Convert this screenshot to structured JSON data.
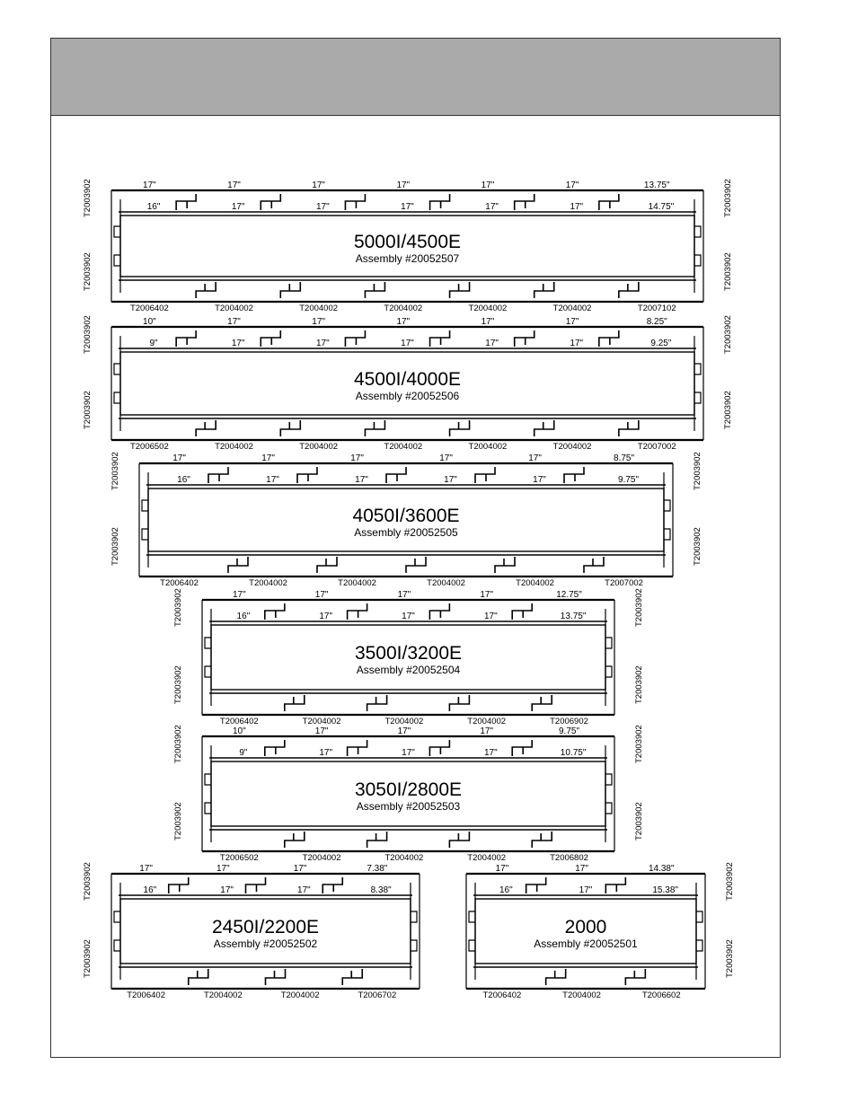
{
  "assemblies": [
    {
      "model": "5000I/4500E",
      "assembly": "Assembly #20052507",
      "top_outer": [
        "17\"",
        "17\"",
        "17\"",
        "17\"",
        "17\"",
        "17\"",
        "13.75\""
      ],
      "top_inner": [
        "16\"",
        "17\"",
        "17\"",
        "17\"",
        "17\"",
        "17\"",
        "14.75\""
      ],
      "bottom": [
        "T2006402",
        "T2004002",
        "T2004002",
        "T2004002",
        "T2004002",
        "T2004002",
        "T2007102"
      ],
      "side_left_top": "T2003902",
      "side_left_bottom": "T2003902",
      "side_right_top": "T2003902",
      "side_right_bottom": "T2003902"
    },
    {
      "model": "4500I/4000E",
      "assembly": "Assembly #20052506",
      "top_outer": [
        "10\"",
        "17\"",
        "17\"",
        "17\"",
        "17\"",
        "17\"",
        "8.25\""
      ],
      "top_inner": [
        "9\"",
        "17\"",
        "17\"",
        "17\"",
        "17\"",
        "17\"",
        "9.25\""
      ],
      "bottom": [
        "T2006502",
        "T2004002",
        "T2004002",
        "T2004002",
        "T2004002",
        "T2004002",
        "T2007002"
      ],
      "side_left_top": "T2003902",
      "side_left_bottom": "T2003902",
      "side_right_top": "T2003902",
      "side_right_bottom": "T2003902"
    },
    {
      "model": "4050I/3600E",
      "assembly": "Assembly #20052505",
      "top_outer": [
        "17\"",
        "17\"",
        "17\"",
        "17\"",
        "17\"",
        "8.75\""
      ],
      "top_inner": [
        "16\"",
        "17\"",
        "17\"",
        "17\"",
        "17\"",
        "9.75\""
      ],
      "bottom": [
        "T2006402",
        "T2004002",
        "T2004002",
        "T2004002",
        "T2004002",
        "T2007002"
      ],
      "side_left_top": "T2003902",
      "side_left_bottom": "T2003902",
      "side_right_top": "T2003902",
      "side_right_bottom": "T2003902"
    },
    {
      "model": "3500I/3200E",
      "assembly": "Assembly #20052504",
      "top_outer": [
        "17\"",
        "17\"",
        "17\"",
        "17\"",
        "12.75\""
      ],
      "top_inner": [
        "16\"",
        "17\"",
        "17\"",
        "17\"",
        "13.75\""
      ],
      "bottom": [
        "T2006402",
        "T2004002",
        "T2004002",
        "T2004002",
        "T2006902"
      ],
      "side_left_top": "T2003902",
      "side_left_bottom": "T2003902",
      "side_right_top": "T2003902",
      "side_right_bottom": "T2003902"
    },
    {
      "model": "3050I/2800E",
      "assembly": "Assembly #20052503",
      "top_outer": [
        "10\"",
        "17\"",
        "17\"",
        "17\"",
        "9.75\""
      ],
      "top_inner": [
        "9\"",
        "17\"",
        "17\"",
        "17\"",
        "10.75\""
      ],
      "bottom": [
        "T2006502",
        "T2004002",
        "T2004002",
        "T2004002",
        "T2006802"
      ],
      "side_left_top": "T2003902",
      "side_left_bottom": "T2003902",
      "side_right_top": "T2003902",
      "side_right_bottom": "T2003902"
    },
    {
      "model": "2450I/2200E",
      "assembly": "Assembly #20052502",
      "top_outer": [
        "17\"",
        "17\"",
        "17\"",
        "7.38\""
      ],
      "top_inner": [
        "16\"",
        "17\"",
        "17\"",
        "8.38\""
      ],
      "bottom": [
        "T2006402",
        "T2004002",
        "T2004002",
        "T2006702"
      ],
      "side_left_top": "T2003902",
      "side_left_bottom": "T2003902",
      "side_right_top": "",
      "side_right_bottom": ""
    },
    {
      "model": "2000",
      "assembly": "Assembly #20052501",
      "top_outer": [
        "17\"",
        "17\"",
        "14.38\""
      ],
      "top_inner": [
        "16\"",
        "17\"",
        "15.38\""
      ],
      "bottom": [
        "T2006402",
        "T2004002",
        "T2006602"
      ],
      "side_left_top": "",
      "side_left_bottom": "",
      "side_right_top": "T2003902",
      "side_right_bottom": "T2003902"
    }
  ]
}
